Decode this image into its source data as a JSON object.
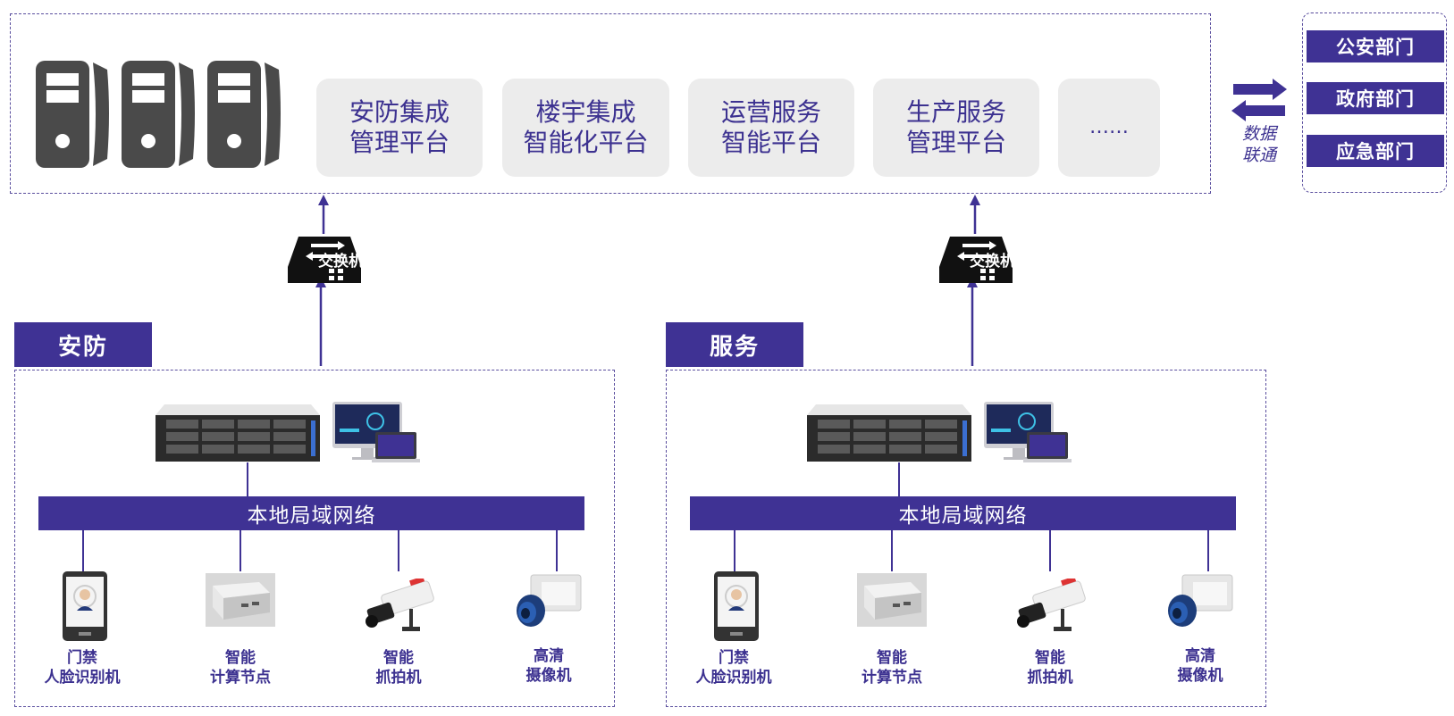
{
  "platforms": [
    {
      "line1": "安防集成",
      "line2": "管理平台"
    },
    {
      "line1": "楼宇集成",
      "line2": "智能化平台"
    },
    {
      "line1": "运营服务",
      "line2": "智能平台"
    },
    {
      "line1": "生产服务",
      "line2": "管理平台"
    },
    {
      "line1": "……",
      "line2": ""
    }
  ],
  "departments": [
    "公安部门",
    "政府部门",
    "应急部门"
  ],
  "sync_label": {
    "line1": "数据",
    "line2": "联通"
  },
  "switch_label": "交换机",
  "zones": [
    {
      "title": "安防",
      "lan": "本地局域网络",
      "devices": [
        {
          "line1": "门禁",
          "line2": "人脸识别机"
        },
        {
          "line1": "智能",
          "line2": "计算节点"
        },
        {
          "line1": "智能",
          "line2": "抓拍机"
        },
        {
          "line1": "高清",
          "line2": "摄像机"
        }
      ]
    },
    {
      "title": "服务",
      "lan": "本地局域网络",
      "devices": [
        {
          "line1": "门禁",
          "line2": "人脸识别机"
        },
        {
          "line1": "智能",
          "line2": "计算节点"
        },
        {
          "line1": "智能",
          "line2": "抓拍机"
        },
        {
          "line1": "高清",
          "line2": "摄像机"
        }
      ]
    }
  ],
  "colors": {
    "primary": "#3f3294",
    "platform_bg": "#ececec",
    "server": "#4a4a4a"
  }
}
